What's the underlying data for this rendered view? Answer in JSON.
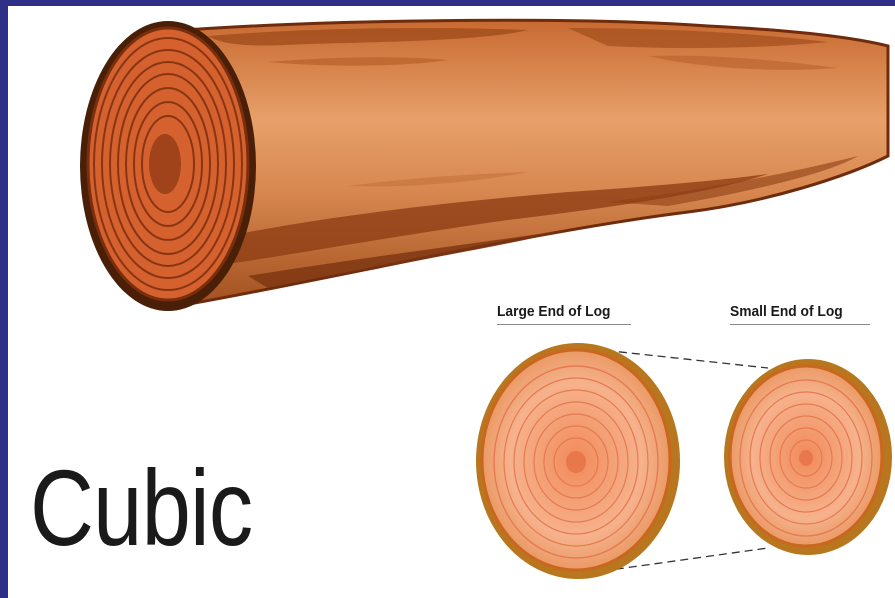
{
  "heading": "Cubic",
  "labels": {
    "large_end": "Large End of Log",
    "small_end": "Small End of Log"
  },
  "colors": {
    "frame": "#2e2f86",
    "bark": "#8a3a12",
    "wood": "#d9824a",
    "rings": "#e9764a",
    "text": "#1a1a1a"
  }
}
